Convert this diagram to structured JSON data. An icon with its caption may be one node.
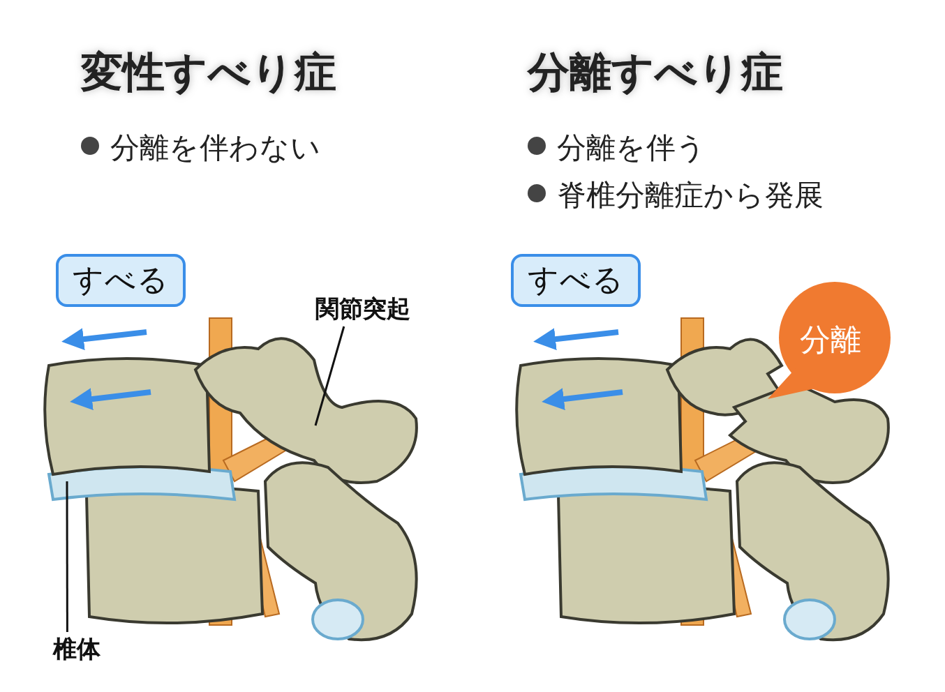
{
  "diagram": {
    "nodes": [
      {
        "text": [
          "すべる"
        ]
      },
      {
        "text": [
          "関節突起"
        ]
      },
      {
        "text": [
          "椎体"
        ]
      },
      {
        "text": [
          "すべる"
        ]
      },
      {
        "text": [
          "分離"
        ]
      }
    ],
    "edges": [
      {
        "from": 1,
        "to": null,
        "arrow": "none"
      },
      {
        "from": 2,
        "to": null,
        "arrow": "none"
      }
    ],
    "labels": [
      "変性すべり症",
      "分離を伴わない",
      "分離すべり症",
      "分離を伴う",
      "脊椎分離症から発展"
    ]
  }
}
